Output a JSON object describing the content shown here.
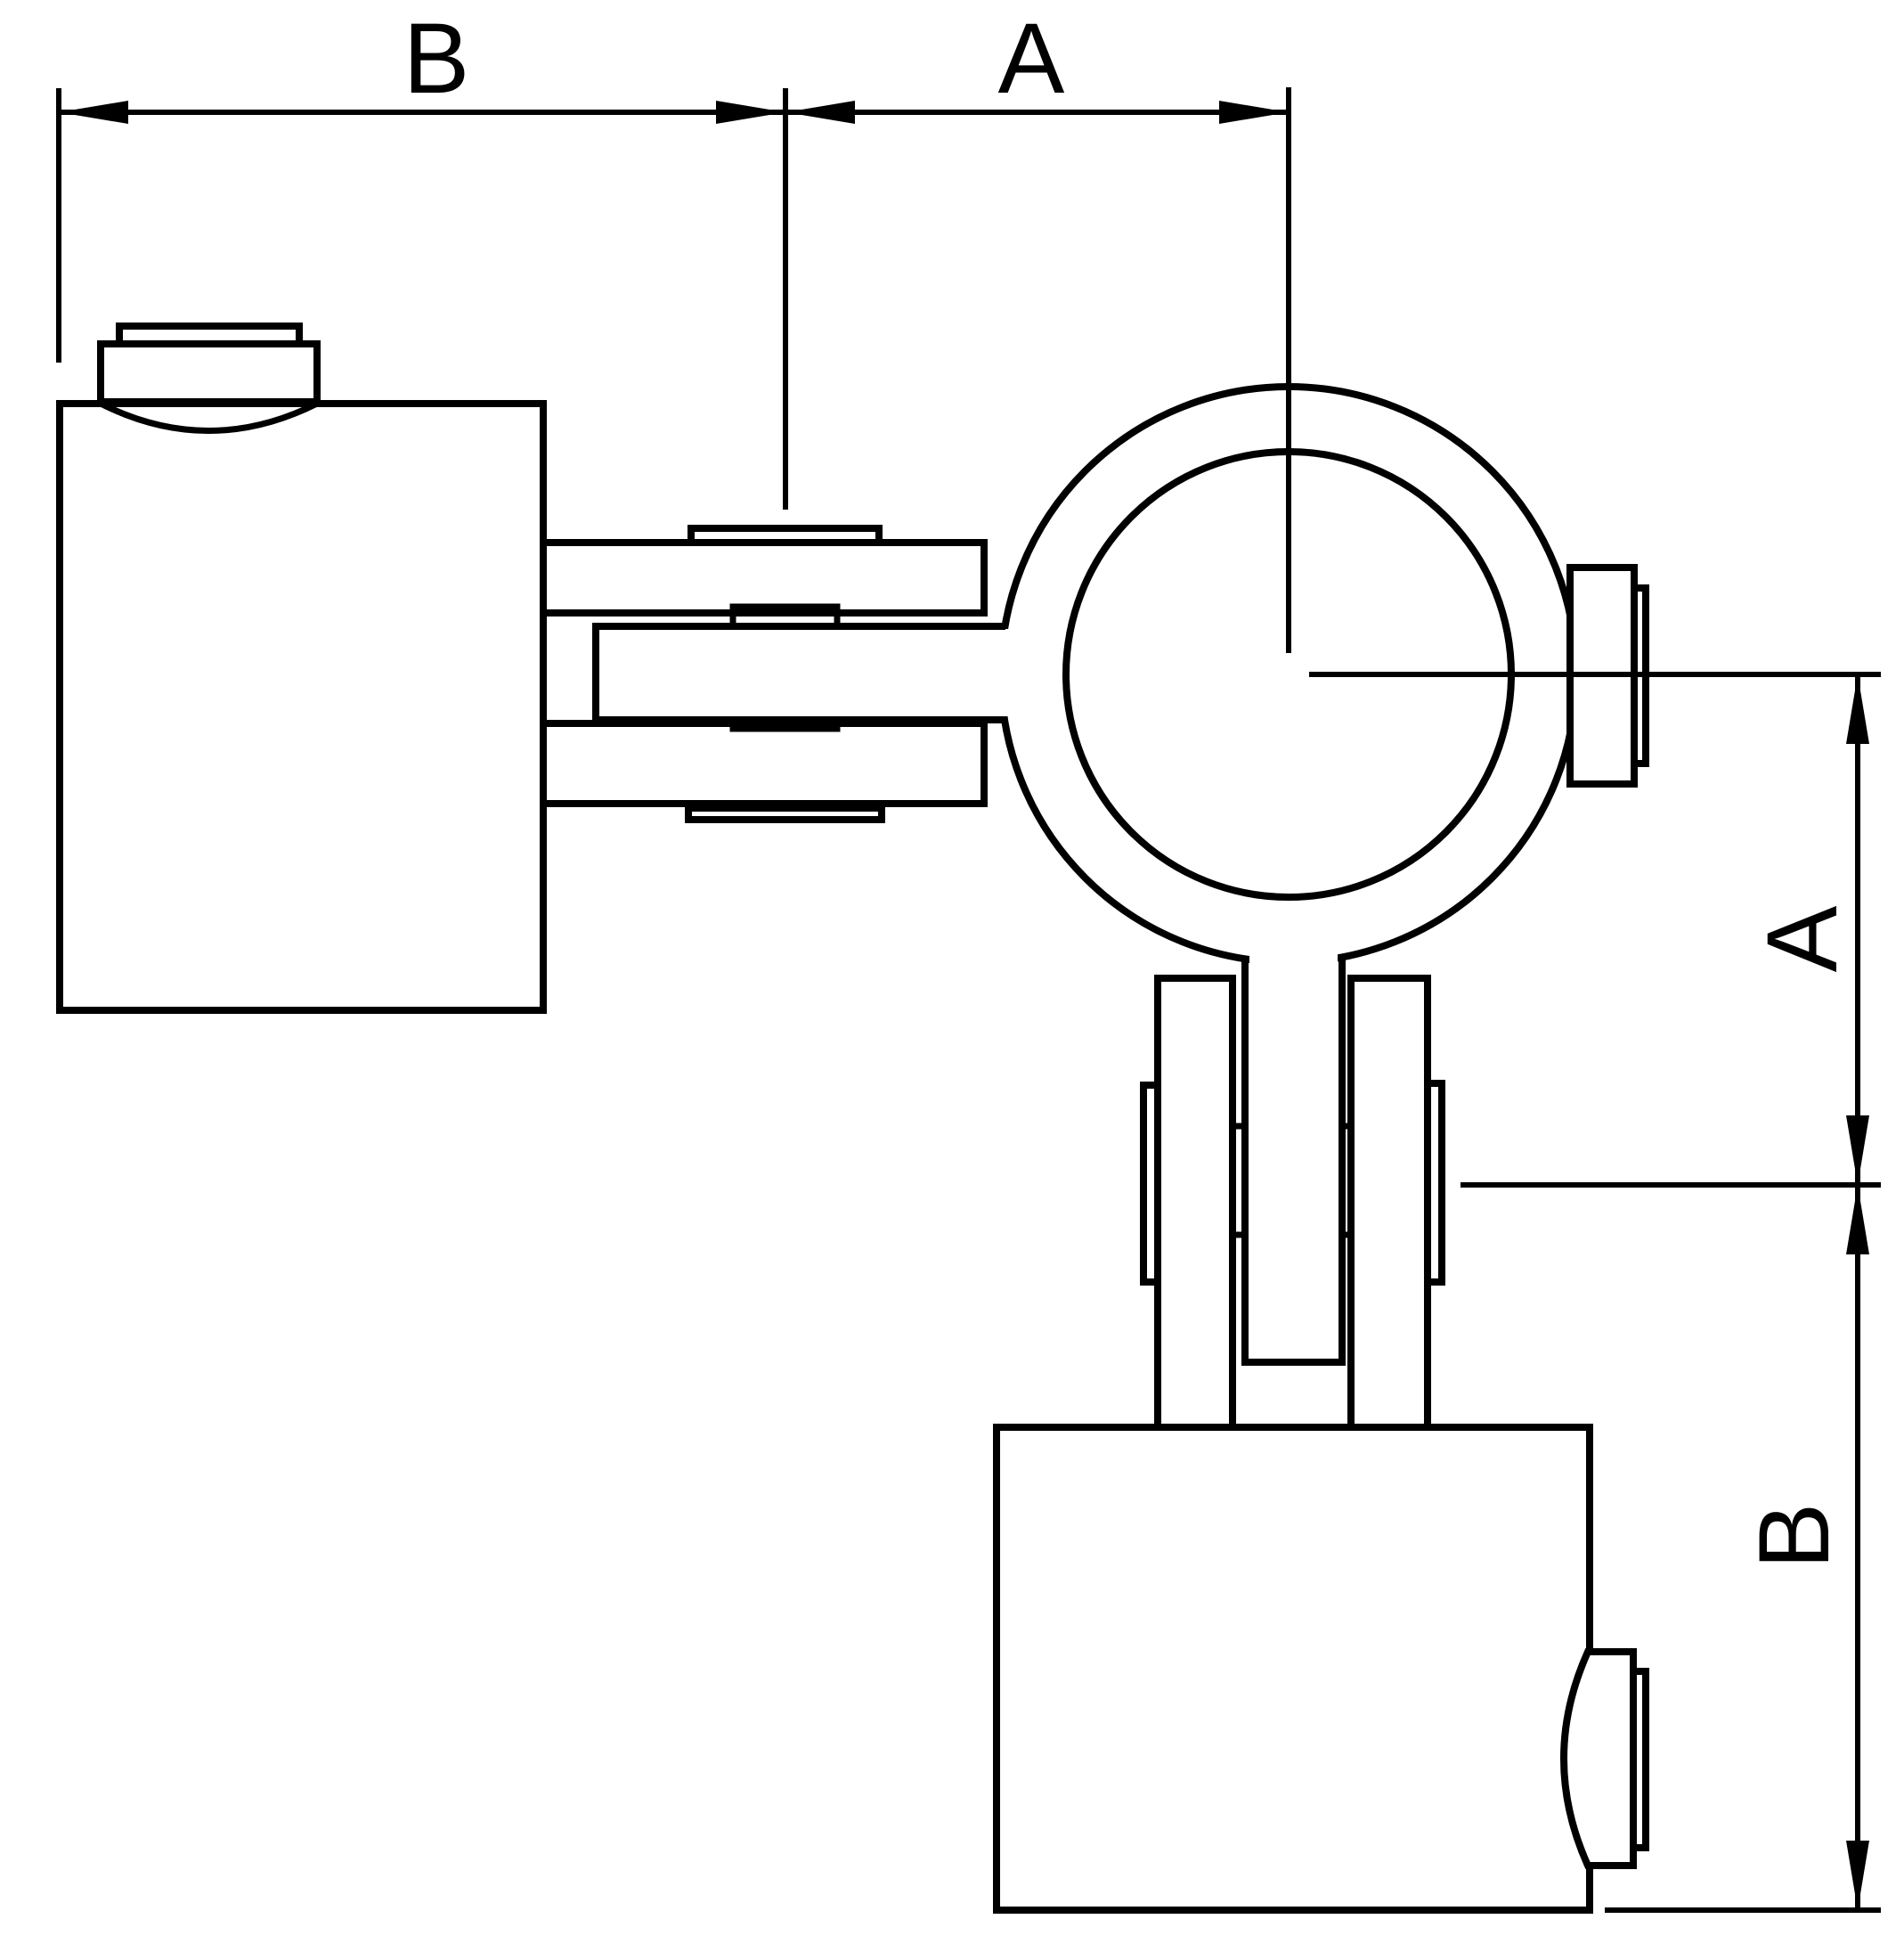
{
  "drawing": {
    "background_color": "#ffffff",
    "line_color": "#000000",
    "dimensions": {
      "top_width": {
        "label": "B"
      },
      "top_offset": {
        "label": "A"
      },
      "right_offset": {
        "label": "A"
      },
      "right_height": {
        "label": "B"
      }
    }
  }
}
